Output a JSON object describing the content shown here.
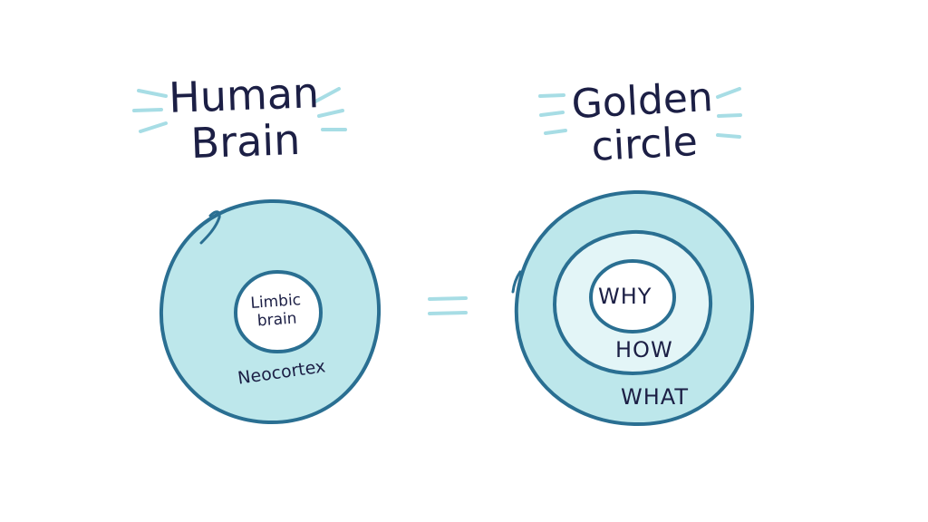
{
  "left": {
    "title_lines": [
      "Human",
      "Brain"
    ],
    "inner_label_lines": [
      "Limbic",
      "brain"
    ],
    "outer_label": "Neocortex"
  },
  "right": {
    "title_lines": [
      "Golden",
      "circle"
    ],
    "rings": [
      "WHY",
      "HOW",
      "WHAT"
    ]
  },
  "colors": {
    "ink": "#1c1f45",
    "outline": "#2a6f92",
    "fill_outer": "#bde7eb",
    "fill_middle": "#e3f5f7",
    "fill_inner": "#ffffff",
    "accent_lines": "#a7dde5"
  }
}
